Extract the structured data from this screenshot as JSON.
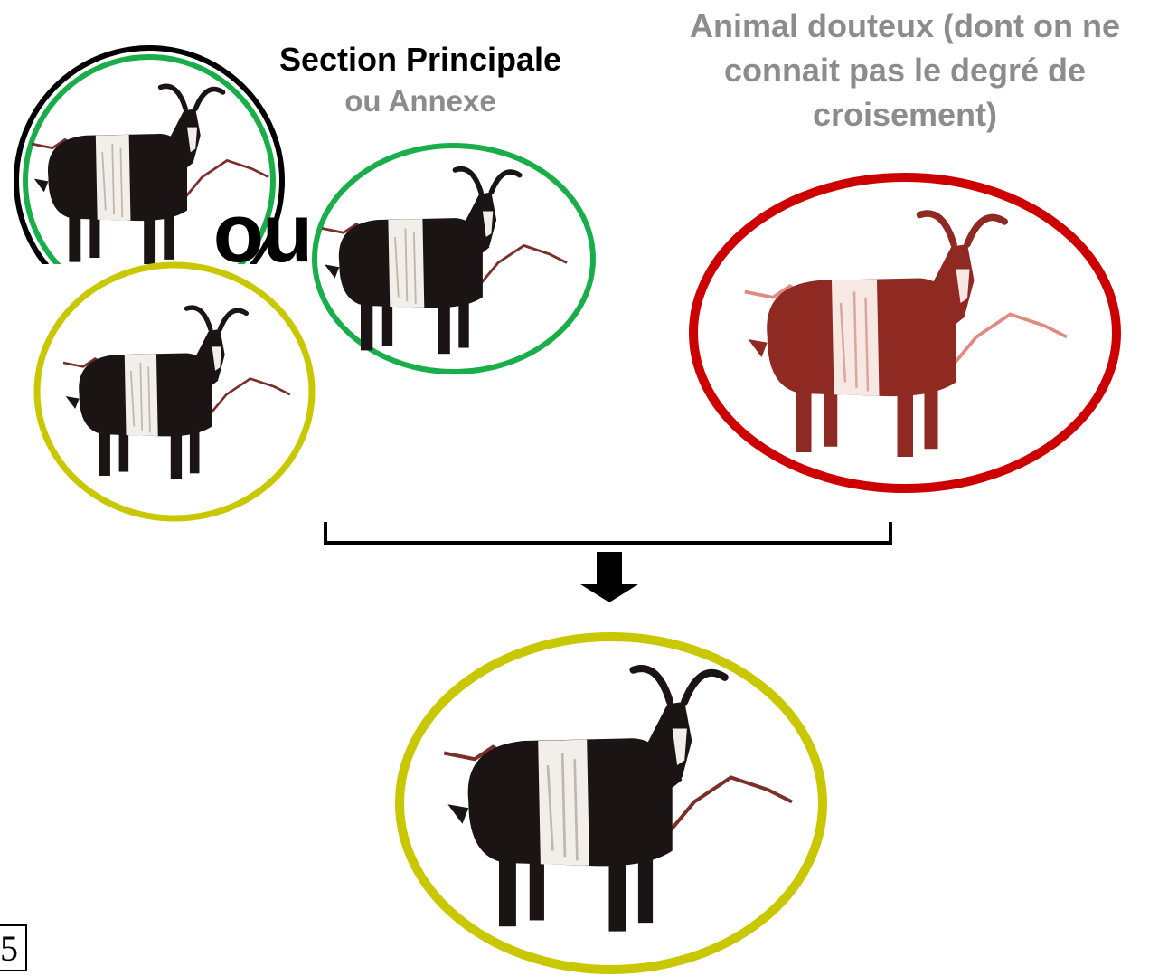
{
  "labels": {
    "main_title": "Section Principale",
    "main_subtitle": "ou Annexe",
    "right_title": "Animal douteux (dont on ne connait pas le degré de croisement)",
    "or_word": "ou",
    "page_number": "5"
  },
  "colors": {
    "black_ring": "#000000",
    "green_ring": "#1aae4a",
    "yellow_ring": "#c9c800",
    "red_ring": "#cc0000",
    "goat_dark": "#1a1414",
    "goat_red": "#8e2a22",
    "goat_light": "#f2efea",
    "mountain_line": "#7a2f2b",
    "text_gray": "#8c8c8c"
  },
  "icons": [
    "goat-illustration",
    "down-arrow-icon",
    "mountain-line"
  ]
}
